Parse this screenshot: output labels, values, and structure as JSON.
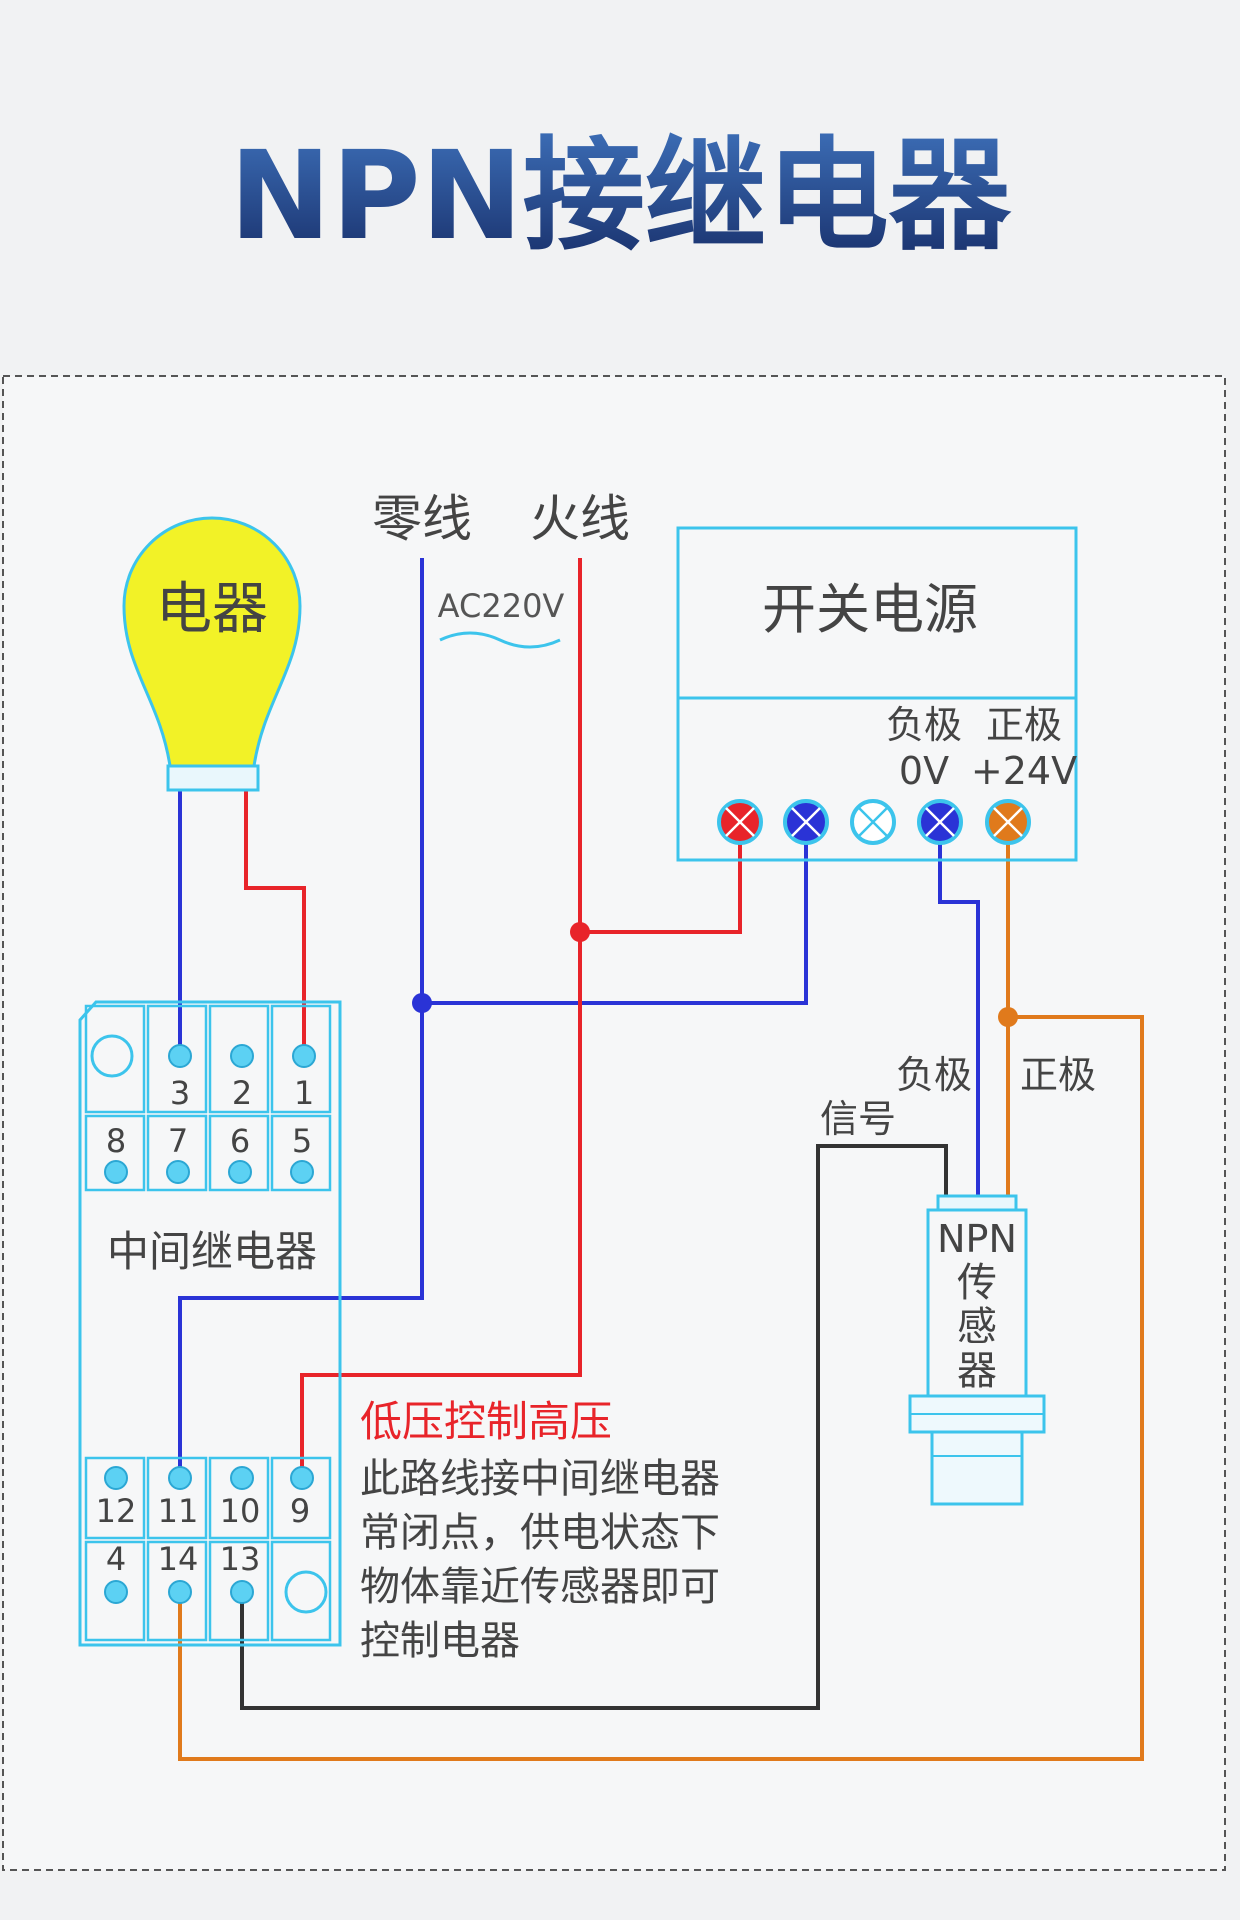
{
  "title": "NPN接继电器",
  "mains": {
    "neutral_label": "零线",
    "live_label": "火线",
    "voltage_label": "AC220V"
  },
  "appliance": {
    "label": "电器"
  },
  "power_supply": {
    "title": "开关电源",
    "neg_label": "负极",
    "neg_volt": "0V",
    "pos_label": "正极",
    "pos_volt": "+24V"
  },
  "relay": {
    "label": "中间继电器",
    "top_pins": [
      "3",
      "2",
      "1"
    ],
    "mid_pins": [
      "8",
      "7",
      "6",
      "5"
    ],
    "bot_top_pins": [
      "12",
      "11",
      "10",
      "9"
    ],
    "bot_pins": [
      "4",
      "14",
      "13"
    ]
  },
  "sensor": {
    "name_line1": "NPN",
    "name_chars": [
      "传",
      "感",
      "器"
    ],
    "neg_label": "负极",
    "pos_label": "正极",
    "signal_label": "信号"
  },
  "note": {
    "heading": "低压控制高压",
    "lines": [
      "此路线接中间继电器",
      "常闭点，供电状态下",
      "物体靠近传感器即可",
      "控制电器"
    ]
  },
  "colors": {
    "blue": "#2a33d6",
    "red": "#e8242a",
    "orange": "#e07a1c",
    "black": "#333333",
    "cyan": "#3cc4ec",
    "bulb": "#f2f227",
    "title": "#1f3f86"
  }
}
